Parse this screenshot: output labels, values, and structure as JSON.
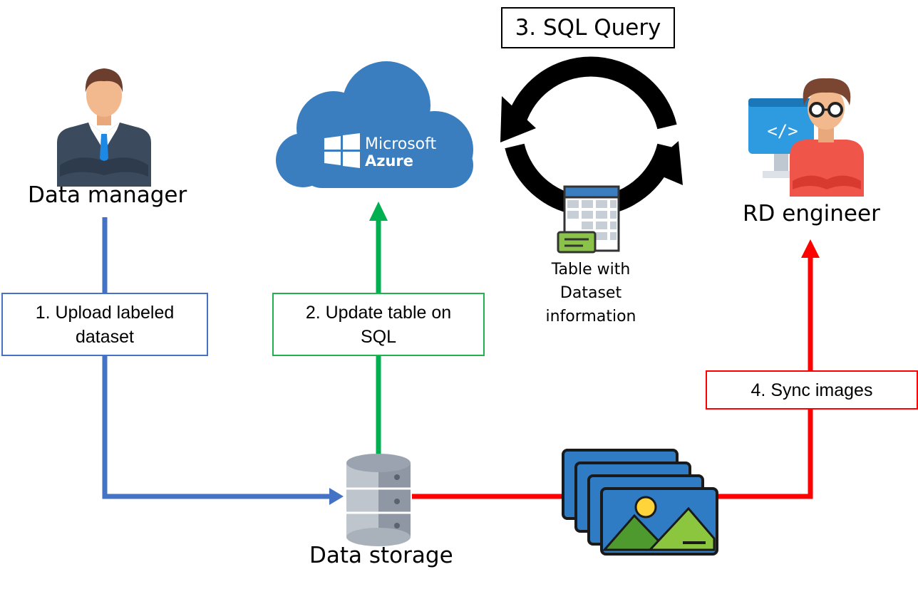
{
  "actors": {
    "data_manager": "Data manager",
    "rd_engineer": "RD engineer",
    "data_storage": "Data storage"
  },
  "cloud": {
    "line1": "Microsoft",
    "line2": "Azure",
    "color": "#3A7EBF"
  },
  "table_caption": [
    "Table with",
    "Dataset",
    "information"
  ],
  "steps": {
    "upload": [
      "1. Upload labeled",
      "dataset"
    ],
    "update": [
      "2. Update table on",
      "SQL"
    ],
    "sql_query": "3. SQL Query",
    "sync": "4. Sync images"
  },
  "colors": {
    "upload_arrow": "#4472C4",
    "update_arrow": "#00B050",
    "sync_arrow": "#FF0000",
    "query_arrows": "#000000"
  },
  "icons": [
    "person-suit-icon",
    "developer-monitor-icon",
    "cloud-icon",
    "windows-logo-icon",
    "database-icon",
    "table-icon",
    "images-icon",
    "cycle-arrows-icon"
  ]
}
